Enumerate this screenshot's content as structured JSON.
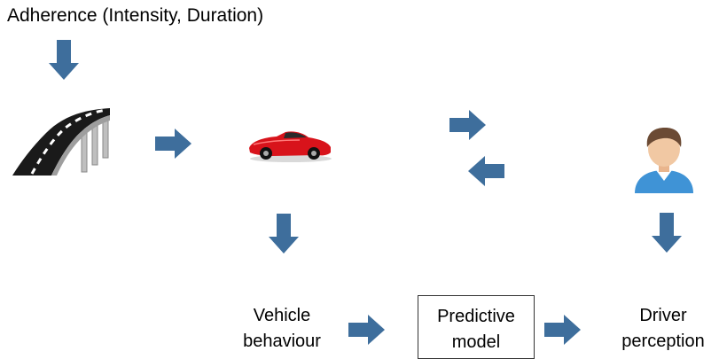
{
  "title": "Adherence (Intensity, Duration)",
  "nodes": {
    "vehicle_behaviour": {
      "line1": "Vehicle",
      "line2": "behaviour"
    },
    "predictive_model": {
      "line1": "Predictive",
      "line2": "model"
    },
    "driver_perception": {
      "line1": "Driver",
      "line2": "perception"
    }
  },
  "icons": [
    "road-icon",
    "car-icon",
    "driver-icon"
  ],
  "colors": {
    "arrow": "#3E6E9C",
    "car": "#D8131B",
    "road": "#1a1a1a",
    "skin": "#F1C8A3",
    "hair": "#6B4A34",
    "shirt": "#3F93D6"
  }
}
